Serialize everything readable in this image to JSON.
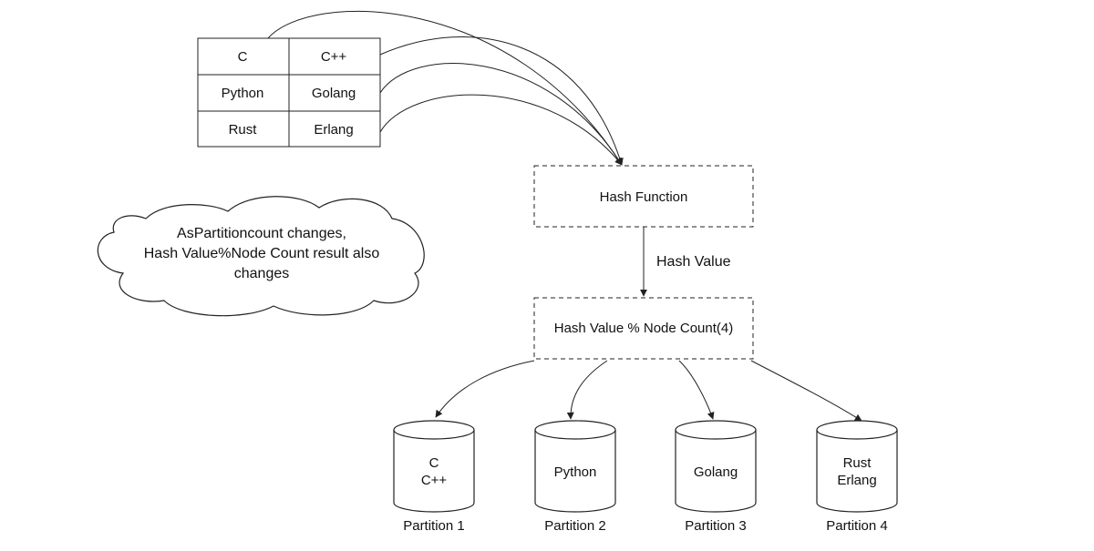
{
  "table": {
    "rows": [
      [
        "C",
        "C++"
      ],
      [
        "Python",
        "Golang"
      ],
      [
        "Rust",
        "Erlang"
      ]
    ]
  },
  "hash_function": {
    "label": "Hash Function"
  },
  "hash_value_edge": {
    "label": "Hash Value"
  },
  "modulo": {
    "label": "Hash Value % Node Count(4)"
  },
  "cloud": {
    "lines": [
      "AsPartitioncount changes,",
      "Hash Value%Node Count result also",
      "changes"
    ]
  },
  "partitions": [
    {
      "name": "Partition 1",
      "contents": [
        "C",
        "C++"
      ]
    },
    {
      "name": "Partition 2",
      "contents": [
        "Python"
      ]
    },
    {
      "name": "Partition 3",
      "contents": [
        "Golang"
      ]
    },
    {
      "name": "Partition 4",
      "contents": [
        "Rust",
        "Erlang"
      ]
    }
  ]
}
